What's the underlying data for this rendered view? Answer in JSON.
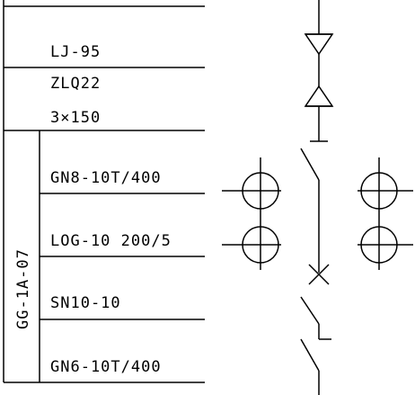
{
  "table": {
    "rows": [
      {
        "label": "LJ-95"
      },
      {
        "label": "ZLQ22"
      },
      {
        "label": "3×150"
      },
      {
        "label": "GN8-10T/400"
      },
      {
        "label": "LOG-10 200/5"
      },
      {
        "label": "SN10-10"
      },
      {
        "label": "GN6-10T/400"
      }
    ],
    "vertical_label": "GG-1A-07"
  },
  "colors": {
    "line": "#000000",
    "background": "#ffffff"
  }
}
